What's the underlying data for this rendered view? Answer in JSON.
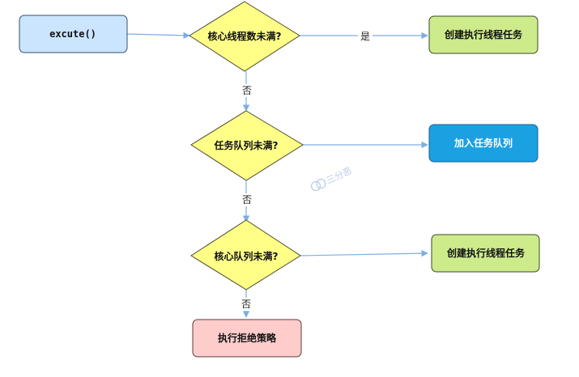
{
  "diagram": {
    "nodes": {
      "execute": {
        "label": "excute()",
        "fill": "#cce5ff",
        "stroke": "#35506e"
      },
      "check_core": {
        "label": "核心线程数未满?",
        "fill": "#ffff88",
        "stroke": "#4a4a2a"
      },
      "create_core": {
        "label": "创建执行线程任务",
        "fill": "#cdeb8b",
        "stroke": "#3a4a2a"
      },
      "check_queue": {
        "label": "任务队列未满?",
        "fill": "#ffff88",
        "stroke": "#4a4a2a"
      },
      "add_queue": {
        "label": "加入任务队列",
        "fill": "#1ba1e2",
        "stroke": "#1a5f8f"
      },
      "check_max": {
        "label": "核心队列未满?",
        "fill": "#ffff88",
        "stroke": "#4a4a2a"
      },
      "create_max": {
        "label": "创建执行线程任务",
        "fill": "#cdeb8b",
        "stroke": "#3a4a2a"
      },
      "reject": {
        "label": "执行拒绝策略",
        "fill": "#ffcccc",
        "stroke": "#5a3a3a"
      }
    },
    "edges": {
      "yes_label": "是",
      "no_label_1": "否",
      "no_label_2": "否",
      "no_label_3": "否",
      "arrow_color": "#7eaee0"
    },
    "watermark": {
      "text": "三分恶",
      "color": "#b9cbe6"
    }
  }
}
